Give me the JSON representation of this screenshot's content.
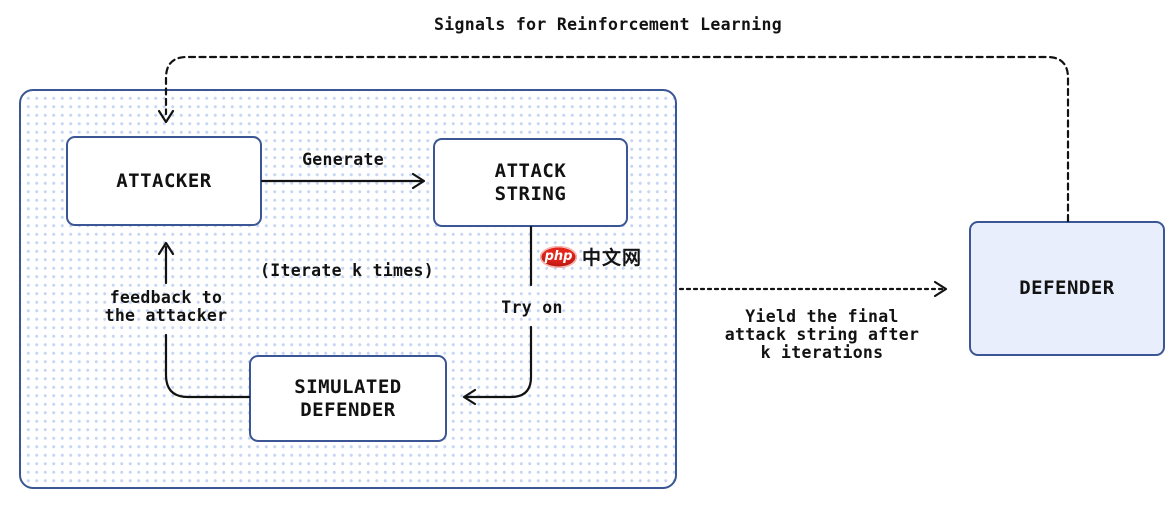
{
  "diagram": {
    "title": "Signals for Reinforcement Learning",
    "nodes": {
      "attacker": "ATTACKER",
      "attack_string": "ATTACK\nSTRING",
      "simulated_defender": "SIMULATED\nDEFENDER",
      "defender": "DEFENDER"
    },
    "edge_labels": {
      "generate": "Generate",
      "iterate": "(Iterate k times)",
      "try_on": "Try on",
      "feedback": "feedback to\nthe attacker",
      "yield": "Yield the final\nattack string after\nk iterations"
    },
    "watermark": {
      "badge_text": "php",
      "site_text": "中文网"
    },
    "colors": {
      "node_border": "#3a5694",
      "node_fill": "#ffffff",
      "defender_fill": "#e8eefc",
      "pattern_dot": "#c6d6f4",
      "arrow": "#121212",
      "logo_red": "#e2261c"
    }
  }
}
